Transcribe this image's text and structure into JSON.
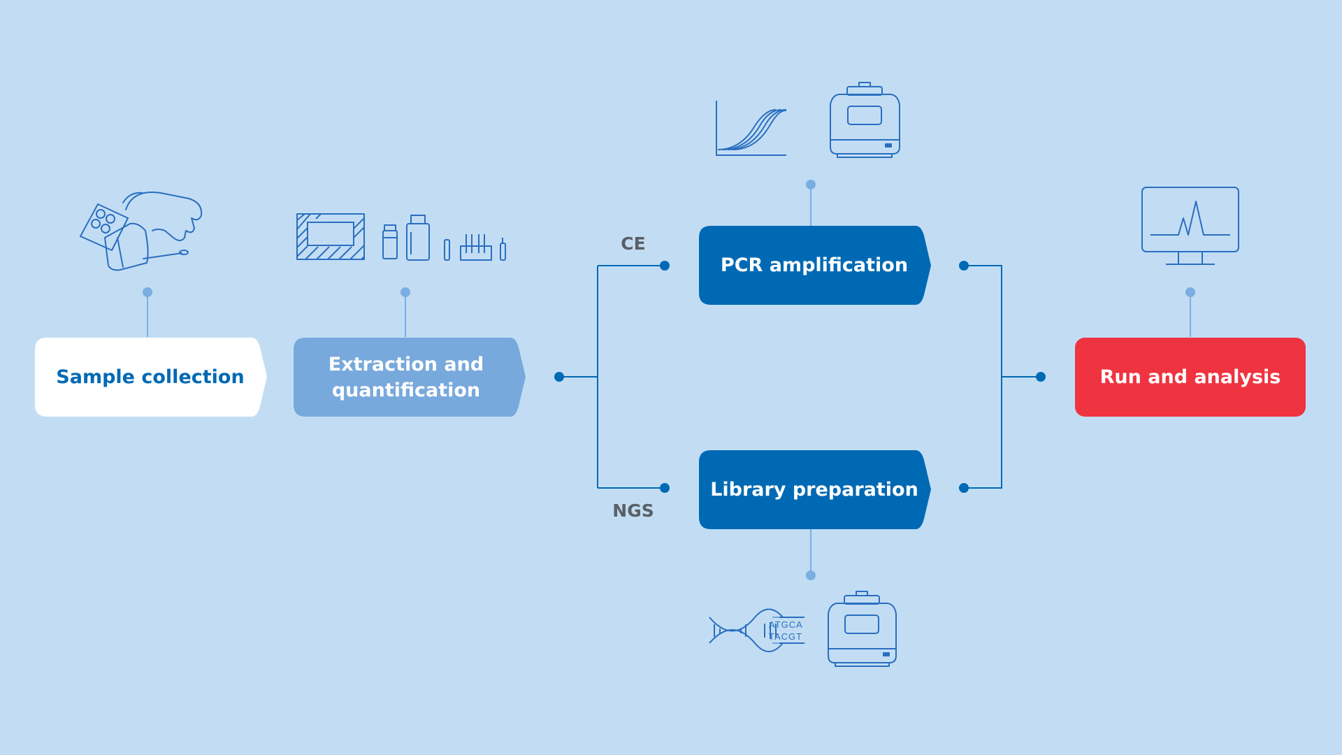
{
  "diagram": {
    "colors": {
      "background": "#c2ddf3",
      "brand_blue": "#0069b4",
      "light_blue": "#78a9dc",
      "accent_red": "#ef3340",
      "white": "#ffffff",
      "icon_stroke": "#2a6ec0",
      "connector": "#7aaee0"
    },
    "stages": {
      "sample_collection": {
        "label": "Sample collection",
        "icon": "gloves-swab-plate-icon"
      },
      "extraction": {
        "label": "Extraction and quantification",
        "icon": "lab-instruments-icon"
      },
      "pcr": {
        "label": "PCR amplification",
        "icons": [
          "amplification-curve-icon",
          "thermal-cycler-icon"
        ]
      },
      "library": {
        "label": "Library preparation",
        "icons": [
          "dna-sequence-icon",
          "thermal-cycler-icon"
        ]
      },
      "run_analysis": {
        "label": "Run and analysis",
        "icon": "monitor-peak-icon"
      }
    },
    "branches": {
      "upper": "CE",
      "lower": "NGS"
    },
    "dna_sequence": {
      "top": "ATGCA",
      "bottom": "TACGT"
    }
  }
}
